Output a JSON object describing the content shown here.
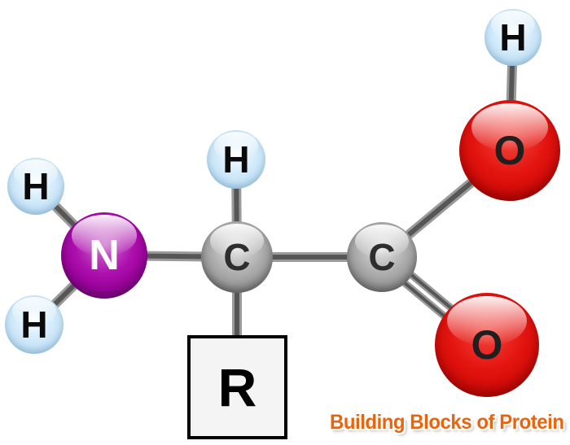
{
  "caption": {
    "text": "Building Blocks of Protein",
    "color": "#E8650F"
  },
  "molecule": {
    "atoms": [
      {
        "element": "hydrogen",
        "label": "H"
      },
      {
        "element": "hydrogen",
        "label": "H"
      },
      {
        "element": "nitrogen",
        "label": "N"
      },
      {
        "element": "hydrogen",
        "label": "H"
      },
      {
        "element": "carbon",
        "label": "C"
      },
      {
        "element": "carbon",
        "label": "C"
      },
      {
        "element": "oxygen",
        "label": "O"
      },
      {
        "element": "hydrogen",
        "label": "H"
      },
      {
        "element": "oxygen",
        "label": "O"
      }
    ],
    "r_group": {
      "label": "R"
    },
    "colors": {
      "hydrogen": "#C6E3F6",
      "nitrogen": "#9A009A",
      "carbon": "#979797",
      "oxygen": "#D40B07",
      "bond": "#565656",
      "r_box_fill": "#F4F4F4",
      "r_box_border": "#000000"
    }
  }
}
